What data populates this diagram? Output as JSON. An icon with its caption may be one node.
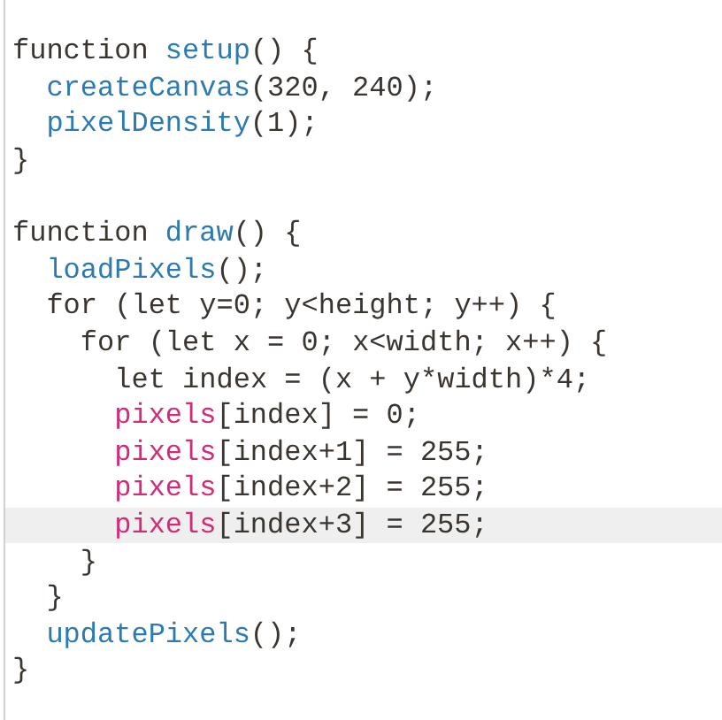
{
  "diagram": {
    "labels": [
      "function setup() {",
      "  createCanvas(320, 240);",
      "  pixelDensity(1);",
      "}",
      "function draw() {",
      "  loadPixels();",
      "  for (let y=0; y<height; y++) {",
      "    for (let x = 0; x<width; x++) {",
      "      let index = (x + y*width)*4;",
      "      pixels[index] = 0;",
      "      pixels[index+1] = 255;",
      "      pixels[index+2] = 255;",
      "      pixels[index+3] = 255;",
      "    }",
      "  }",
      "  updatePixels();",
      "}"
    ]
  }
}
